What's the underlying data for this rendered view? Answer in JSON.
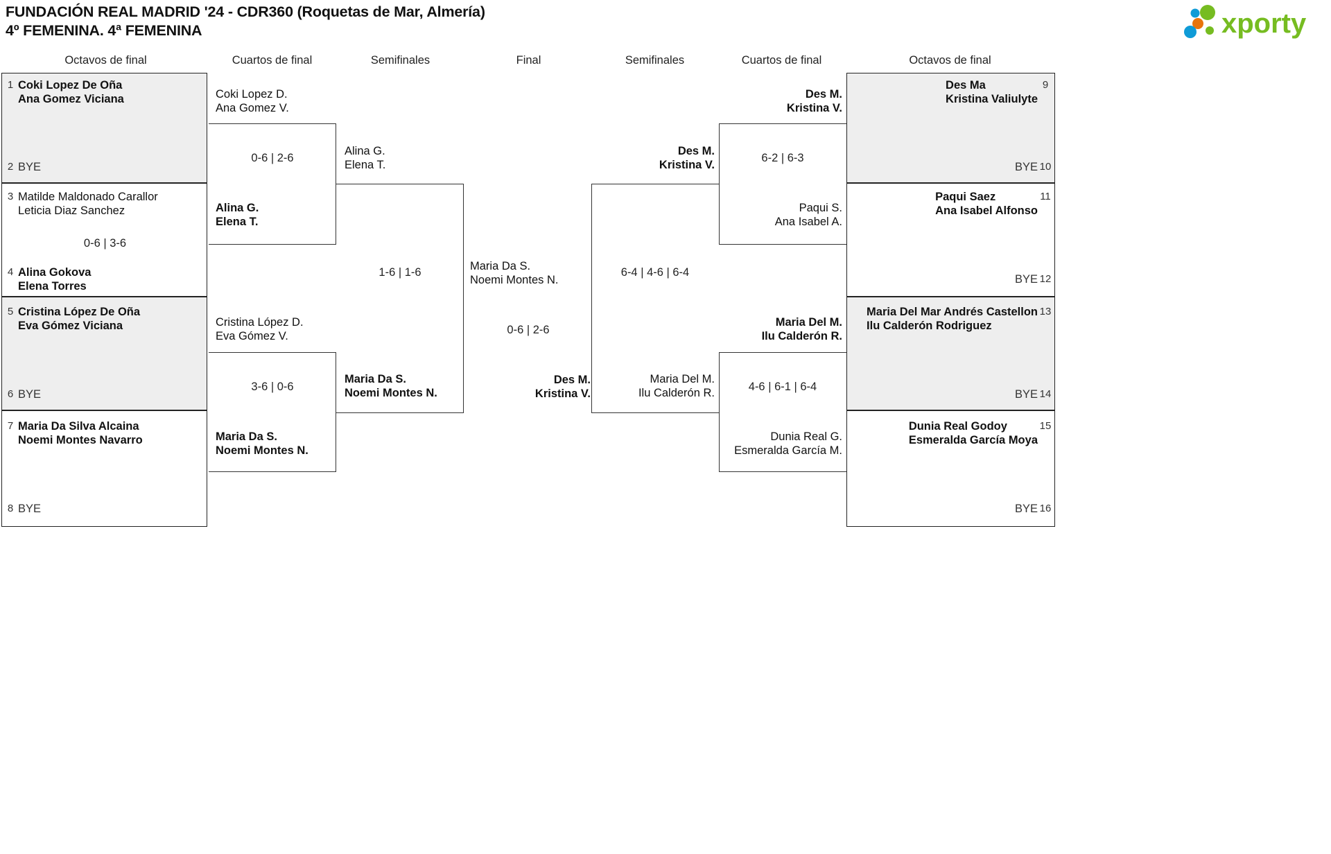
{
  "header": {
    "title_line1": "FUNDACIÓN REAL MADRID '24 - CDR360 (Roquetas de Mar, Almería)",
    "title_line2": "4º FEMENINA. 4ª FEMENINA",
    "logo_text": "xporty",
    "logo_colors": {
      "green": "#76bc21",
      "blue": "#0f9bd7",
      "orange": "#e8740c"
    }
  },
  "round_headers": [
    {
      "label": "Octavos de final"
    },
    {
      "label": "Cuartos de final"
    },
    {
      "label": "Semifinales"
    },
    {
      "label": "Final"
    },
    {
      "label": "Semifinales"
    },
    {
      "label": "Cuartos de final"
    },
    {
      "label": "Octavos de final"
    }
  ],
  "left": {
    "octavos": [
      {
        "seed": "1",
        "line1": "Coki Lopez De Oña",
        "line2": "Ana Gomez Viciana",
        "winner": true,
        "shaded": true,
        "bye": false
      },
      {
        "seed": "2",
        "line1": "BYE",
        "line2": "",
        "winner": false,
        "shaded": true,
        "bye": true
      },
      {
        "seed": "3",
        "line1": "Matilde Maldonado Carallor",
        "line2": "Leticia Diaz Sanchez",
        "winner": false,
        "shaded": false,
        "bye": false
      },
      {
        "seed": "4",
        "line1": "Alina Gokova",
        "line2": "Elena Torres",
        "winner": true,
        "shaded": false,
        "bye": false
      },
      {
        "seed": "5",
        "line1": "Cristina López De Oña",
        "line2": "Eva Gómez Viciana",
        "winner": true,
        "shaded": true,
        "bye": false
      },
      {
        "seed": "6",
        "line1": "BYE",
        "line2": "",
        "winner": false,
        "shaded": true,
        "bye": true
      },
      {
        "seed": "7",
        "line1": "Maria Da Silva Alcaina",
        "line2": "Noemi Montes Navarro",
        "winner": true,
        "shaded": false,
        "bye": false
      },
      {
        "seed": "8",
        "line1": "BYE",
        "line2": "",
        "winner": false,
        "shaded": false,
        "bye": true
      }
    ],
    "octavos_scores": [
      "",
      "0-6 | 3-6",
      "",
      ""
    ],
    "cuartos": [
      {
        "line1": "Coki Lopez D.",
        "line2": "Ana Gomez V.",
        "winner": false
      },
      {
        "line1": "Alina G.",
        "line2": "Elena T.",
        "winner": true
      },
      {
        "line1": "Cristina López D.",
        "line2": "Eva Gómez V.",
        "winner": false
      },
      {
        "line1": "Maria Da S.",
        "line2": "Noemi Montes N.",
        "winner": true
      }
    ],
    "cuartos_scores": [
      "0-6 | 2-6",
      "3-6 | 0-6"
    ],
    "semis": [
      {
        "line1": "Alina G.",
        "line2": "Elena T.",
        "winner": false
      },
      {
        "line1": "Maria Da S.",
        "line2": "Noemi Montes N.",
        "winner": true
      }
    ],
    "semis_scores": [
      "1-6 | 1-6"
    ]
  },
  "final": {
    "top": {
      "line1": "Maria Da S.",
      "line2": "Noemi Montes N.",
      "winner": false
    },
    "bottom": {
      "line1": "Des M.",
      "line2": "Kristina V.",
      "winner": true
    },
    "score": "0-6 | 2-6"
  },
  "right": {
    "semis": [
      {
        "line1": "Des M.",
        "line2": "Kristina V.",
        "winner": true
      },
      {
        "line1": "Maria Del M.",
        "line2": "Ilu Calderón R.",
        "winner": false
      }
    ],
    "semis_scores": [
      "6-4 | 4-6 | 6-4"
    ],
    "cuartos": [
      {
        "line1": "Des M.",
        "line2": "Kristina V.",
        "winner": true
      },
      {
        "line1": "Paqui S.",
        "line2": "Ana Isabel A.",
        "winner": false
      },
      {
        "line1": "Maria Del M.",
        "line2": "Ilu Calderón R.",
        "winner": true
      },
      {
        "line1": "Dunia Real G.",
        "line2": "Esmeralda García M.",
        "winner": false
      }
    ],
    "cuartos_scores": [
      "6-2 | 6-3",
      "4-6 | 6-1 | 6-4"
    ],
    "octavos": [
      {
        "seed": "9",
        "line1": "Des Ma",
        "line2": "Kristina Valiulyte",
        "winner": true,
        "shaded": true,
        "bye": false
      },
      {
        "seed": "10",
        "line1": "BYE",
        "line2": "",
        "winner": false,
        "shaded": true,
        "bye": true
      },
      {
        "seed": "11",
        "line1": "Paqui Saez",
        "line2": "Ana Isabel Alfonso",
        "winner": true,
        "shaded": false,
        "bye": false
      },
      {
        "seed": "12",
        "line1": "BYE",
        "line2": "",
        "winner": false,
        "shaded": false,
        "bye": true
      },
      {
        "seed": "13",
        "line1": "Maria Del Mar Andrés Castellon",
        "line2": "Ilu Calderón Rodriguez",
        "winner": true,
        "shaded": true,
        "bye": false
      },
      {
        "seed": "14",
        "line1": "BYE",
        "line2": "",
        "winner": false,
        "shaded": true,
        "bye": true
      },
      {
        "seed": "15",
        "line1": "Dunia Real Godoy",
        "line2": "Esmeralda García Moya",
        "winner": true,
        "shaded": false,
        "bye": false
      },
      {
        "seed": "16",
        "line1": "BYE",
        "line2": "",
        "winner": false,
        "shaded": false,
        "bye": true
      }
    ],
    "octavos_scores": [
      "",
      "",
      "",
      ""
    ]
  }
}
